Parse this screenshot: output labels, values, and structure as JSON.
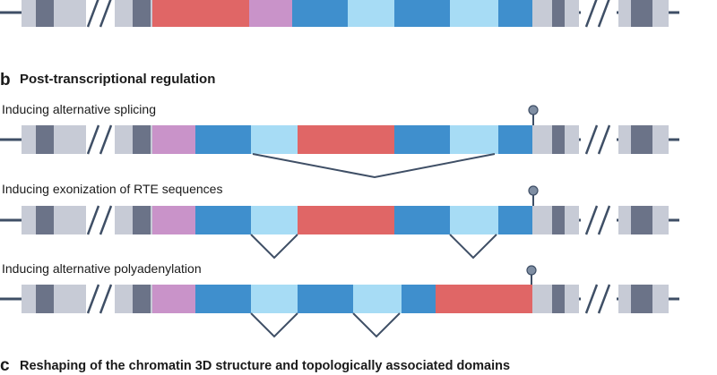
{
  "panel_b": {
    "letter": "b",
    "title": "Post-transcriptional regulation"
  },
  "rows": [
    {
      "id": "splicing",
      "label": "Inducing alternative splicing"
    },
    {
      "id": "exonization",
      "label": "Inducing exonization of RTE sequences"
    },
    {
      "id": "polyadenylation",
      "label": "Inducing alternative polyadenylation"
    }
  ],
  "panel_c": {
    "letter": "c",
    "title": "Reshaping of the chromatin 3D structure and topologically associated domains"
  },
  "colors": {
    "backbone": "#3f4f66",
    "grey_light": "#c7cbd6",
    "grey_mid": "#9aa1b3",
    "grey_dark": "#6b7388",
    "purple": "#c993c9",
    "blue_dark": "#3f8fcd",
    "blue_light": "#a7dcf5",
    "red": "#e06666",
    "lollipop": "#7f8ea3"
  }
}
